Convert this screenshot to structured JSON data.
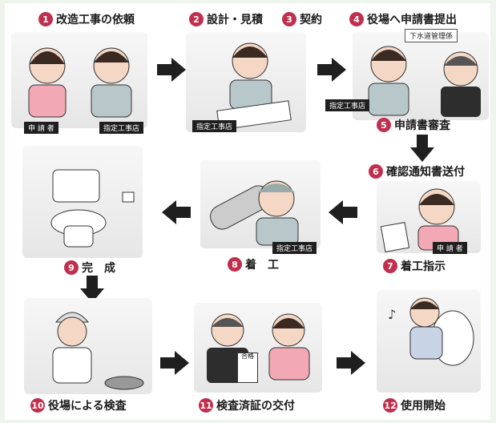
{
  "steps": [
    {
      "num": "1",
      "label": "改造工事の依頼"
    },
    {
      "num": "2",
      "label": "設計・見積"
    },
    {
      "num": "3",
      "label": "契約"
    },
    {
      "num": "4",
      "label": "役場へ申請書提出"
    },
    {
      "num": "5",
      "label": "申請書審査"
    },
    {
      "num": "6",
      "label": "確認通知書送付"
    },
    {
      "num": "7",
      "label": "着工指示"
    },
    {
      "num": "8",
      "label": "着　工"
    },
    {
      "num": "9",
      "label": "完　成"
    },
    {
      "num": "10",
      "label": "役場による検査"
    },
    {
      "num": "11",
      "label": "検査済証の交付"
    },
    {
      "num": "12",
      "label": "使用開始"
    }
  ],
  "tags": {
    "applicant": "申 請 者",
    "contractor": "指定工事店",
    "sewer_section": "下水道管理係",
    "pass_card": "合格"
  },
  "colors": {
    "step_number_bg": "#c0304e",
    "background": "#eef5ec",
    "arrow": "#1f1f1f"
  }
}
